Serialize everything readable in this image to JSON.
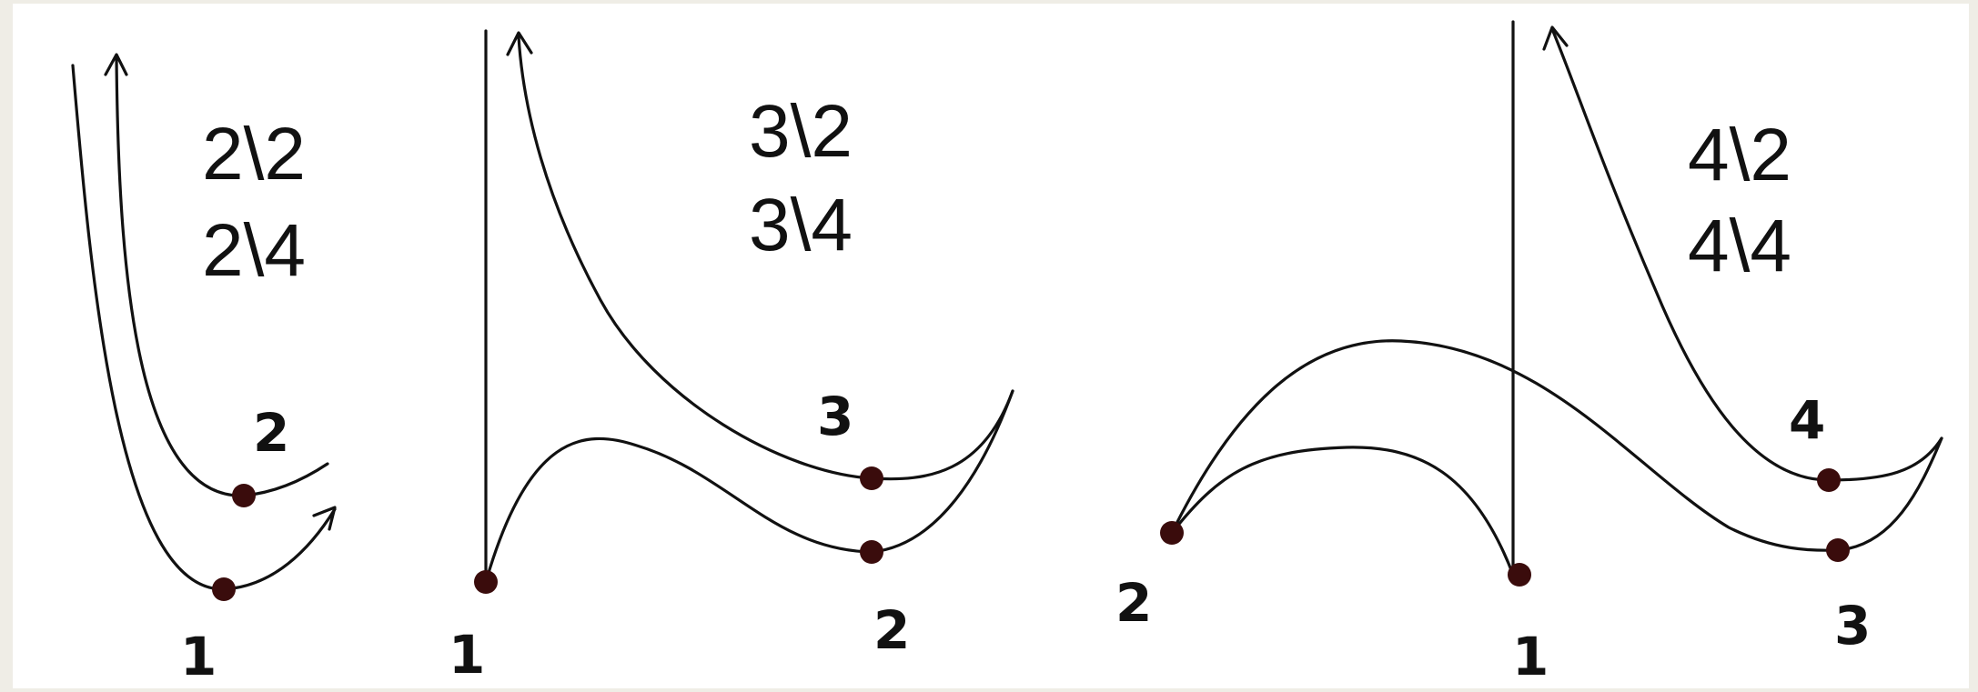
{
  "diagrams": [
    {
      "signature_lines": [
        "2\\2",
        "2\\4"
      ],
      "point_labels": [
        "2",
        "1"
      ]
    },
    {
      "signature_lines": [
        "3\\2",
        "3\\4"
      ],
      "point_labels": [
        "3",
        "1",
        "2"
      ]
    },
    {
      "signature_lines": [
        "4\\2",
        "4\\4"
      ],
      "point_labels": [
        "4",
        "2",
        "1",
        "3"
      ]
    }
  ],
  "colors": {
    "line": "#111111",
    "dot": "#3a0c0c",
    "background": "#ffffff",
    "border": "#efede6"
  }
}
